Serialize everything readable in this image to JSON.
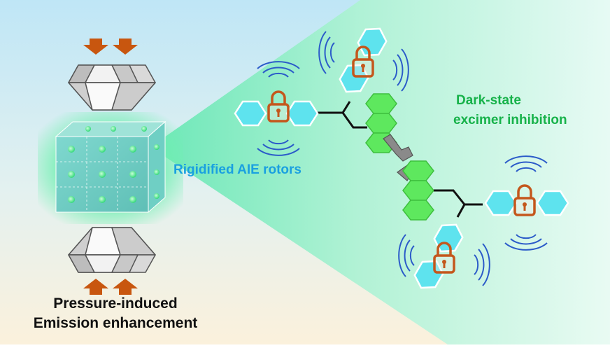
{
  "labels": {
    "pressure_line1": "Pressure-induced",
    "pressure_line2": "Emission enhancement",
    "rotors": "Rigidified AIE rotors",
    "excimer_line1": "Dark-state",
    "excimer_line2": "excimer inhibition"
  },
  "colors": {
    "arrow": "#c8560f",
    "lock": "#c4571c",
    "benzene": "#5ee3ee",
    "excimer_hex": "#5ee85e",
    "rotor_text": "#1aa0e0",
    "excimer_text": "#17b24a",
    "vibration": "#2b5bc9"
  },
  "icons": [
    "down-arrow-icon",
    "up-arrow-icon",
    "diamond-anvil-icon",
    "crystal-cube-icon",
    "lock-icon",
    "vibration-icon",
    "broken-bond-icon"
  ]
}
